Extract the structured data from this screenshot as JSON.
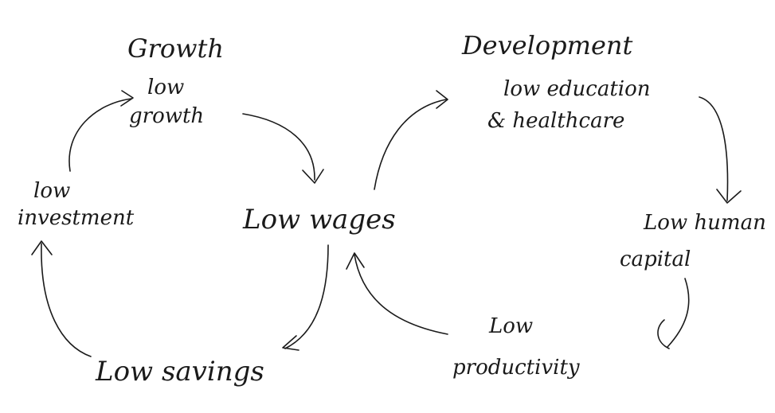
{
  "titles": {
    "left": "Growth",
    "right": "Development"
  },
  "nodes": {
    "low_growth": [
      "low",
      "growth"
    ],
    "low_investment": [
      "low",
      "investment"
    ],
    "low_wages": "Low wages",
    "low_savings": "Low savings",
    "low_education": [
      "low education",
      "& healthcare"
    ],
    "low_human_capital": [
      "Low human",
      "capital"
    ],
    "low_productivity": [
      "Low",
      "productivity"
    ]
  },
  "cycles": [
    {
      "name": "Growth",
      "sequence": [
        "low growth",
        "Low wages",
        "Low savings",
        "low investment",
        "low growth"
      ]
    },
    {
      "name": "Development",
      "sequence": [
        "Low wages",
        "low education & healthcare",
        "Low human capital",
        "Low productivity",
        "Low wages"
      ]
    }
  ],
  "colors": {
    "ink": "#1a1a1a",
    "background": "#ffffff"
  }
}
